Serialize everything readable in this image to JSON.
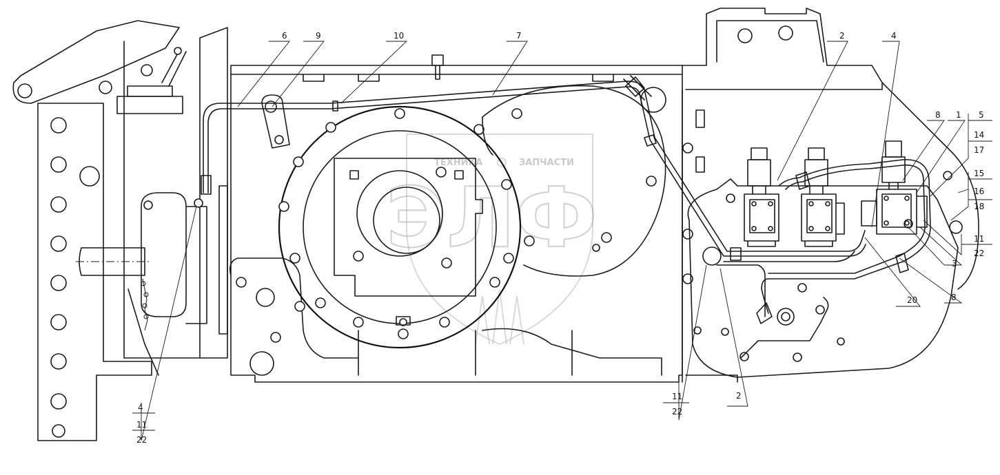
{
  "watermark": {
    "brand_left": "ТЕХНИКА",
    "brand_right": "ЗАПЧАСТИ",
    "logo": "ЭЛФ"
  },
  "callouts": {
    "c6": "6",
    "c9": "9",
    "c10": "10",
    "c7": "7",
    "c2_top": "2",
    "c4_top": "4",
    "c8_top": "8",
    "c1": "1",
    "c5": "5",
    "c14": "14",
    "c17": "17",
    "c15": "15",
    "c16": "16",
    "c18": "18",
    "c11_right": "11",
    "c22_right": "22",
    "c3": "3",
    "c20": "20",
    "c8_bottom": "8",
    "c2_bottom": "2",
    "c11_mid": "11",
    "c22_mid": "22",
    "c4_left": "4",
    "c11_left": "11",
    "c22_left": "22"
  }
}
